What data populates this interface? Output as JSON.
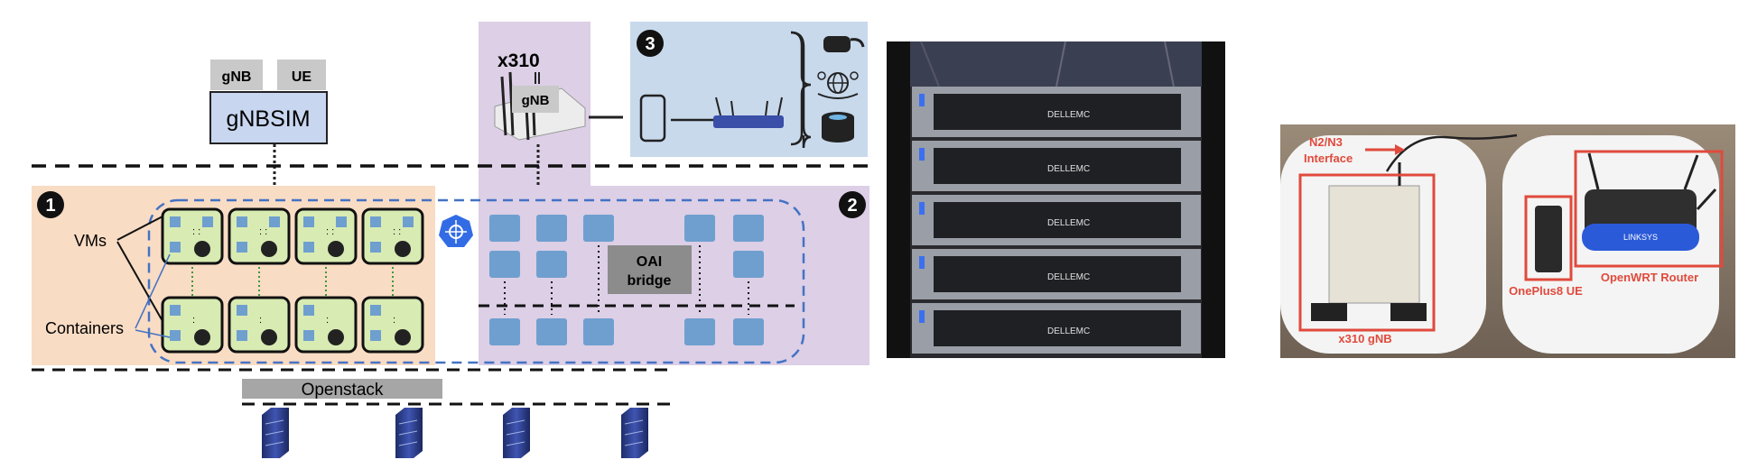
{
  "diagram": {
    "sim": {
      "gnb_tag": "gNB",
      "ue_tag": "UE",
      "title": "gNBSIM"
    },
    "radio": {
      "device_label": "x310",
      "gnb_tag": "gNB"
    },
    "markers": {
      "one": "1",
      "two": "2",
      "three": "3"
    },
    "labels": {
      "vms": "VMs",
      "containers": "Containers",
      "bridge_line1": "OAI",
      "bridge_line2": "bridge",
      "openstack": "Openstack"
    }
  },
  "photo_setup": {
    "labels": {
      "interface_line1": "N2/N3",
      "interface_line2": "Interface",
      "gnb": "x310 gNB",
      "ue": "OnePlus8 UE",
      "router": "OpenWRT Router",
      "router_brand": "LINKSYS"
    }
  },
  "photo_servers": {
    "brand": "DELLEMC"
  },
  "colors": {
    "orange_zone": "#f9dcc4",
    "purple_zone": "#dccfe6",
    "blue_zone": "#c8d9ec",
    "cell_green": "#d8ebb3",
    "container_blue": "#6f9fcf",
    "k8s_blue": "#326ce5",
    "annotation_red": "#e04a3c",
    "dashed_blue": "#4472c4"
  }
}
